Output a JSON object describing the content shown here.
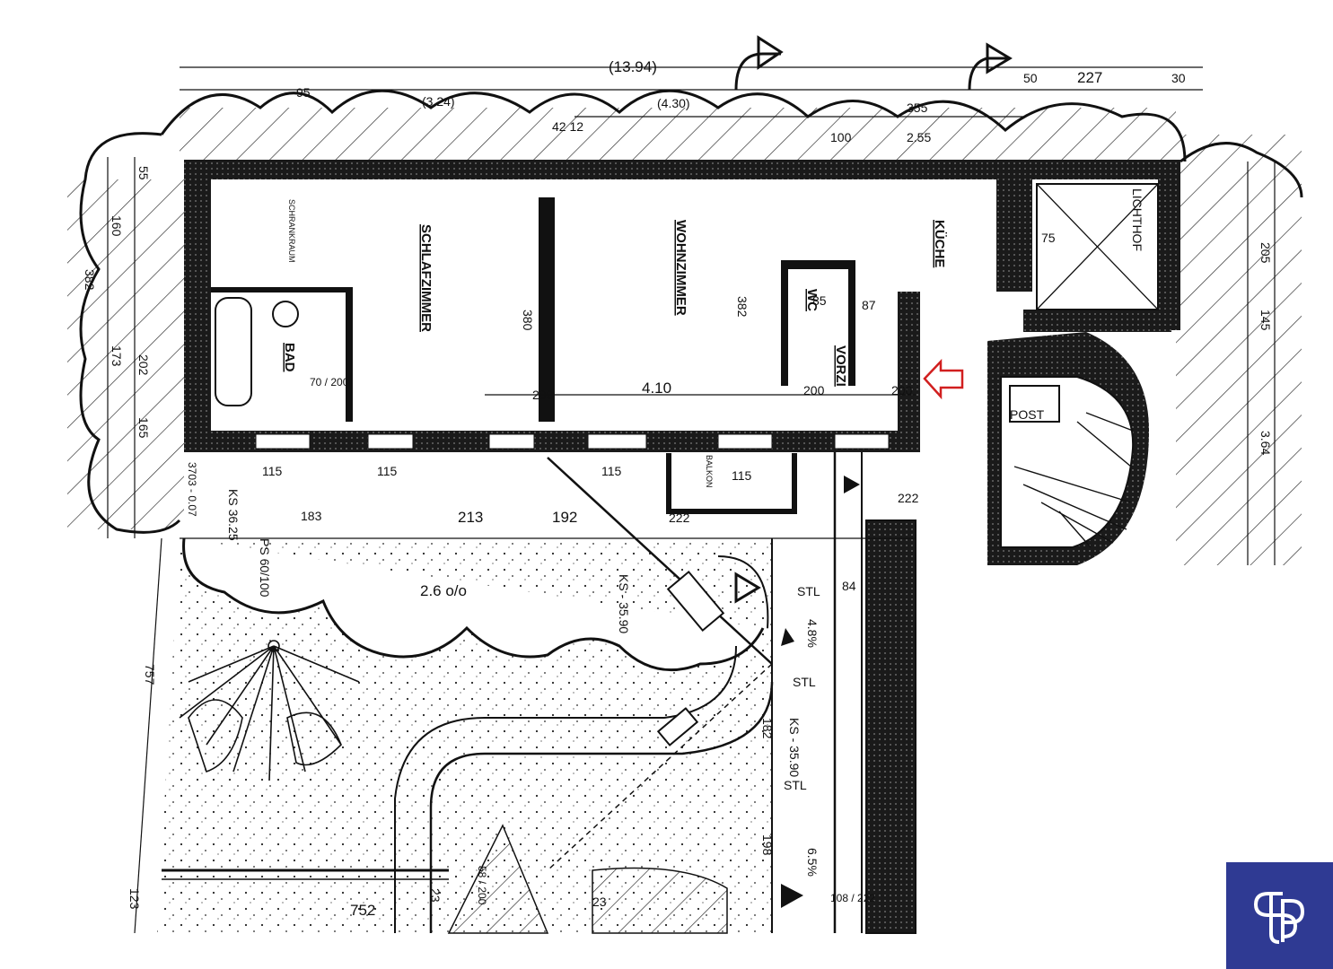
{
  "plan": {
    "rooms": {
      "schrankraum": "SCHRANKRAUM",
      "schlafzimmer": "SCHLAFZIMMER",
      "bad": "BAD",
      "wohnzimmer": "WOHNZIMMER",
      "kueche": "KÜCHE",
      "wc": "WC",
      "vorzi": "VORZI",
      "balkon": "BALKON",
      "lichthof": "LICHTHOF",
      "post": "POST"
    },
    "dimensions": {
      "top_total": "(13.94)",
      "d_095": "95",
      "d_324": "(3.24)",
      "d_430": "(4.30)",
      "d_42_12": "42  12",
      "d_355": "355",
      "d_255": "2.55",
      "d_50": "50",
      "d_227": "227",
      "d_30": "30",
      "d_100": "100",
      "d_205": "205",
      "d_145": "145",
      "d_364": "3.64",
      "d_55": "55",
      "d_160": "160",
      "d_382": "382",
      "d_173": "173",
      "d_202": "202",
      "d_165": "165",
      "d_380": "380",
      "d_382b": "382",
      "d_410": "4.10",
      "d_200a": "200",
      "d_200b": "200",
      "d_200c": "200",
      "d_70_200": "70 / 200",
      "d_115a": "115",
      "d_115b": "115",
      "d_115c": "115",
      "d_115d": "115",
      "d_183": "183",
      "d_213": "213",
      "d_192": "192",
      "d_222": "222",
      "d_222b": "222",
      "d_370": "3703 - 0.07",
      "ks_3625": "KS 36.25",
      "ps_60_100": "PS 60/100",
      "ks_3590": "KS - 35.90",
      "ks_3590b": "KS - 35.90",
      "slope": "2.6 o/o",
      "stl_1": "STL",
      "stl_2": "STL",
      "stl_3": "STL",
      "d_84": "84",
      "d_48": "4.8%",
      "d_757": "757",
      "d_752": "752",
      "d_123": "123",
      "d_23a": "23",
      "d_23b": "23",
      "d_198": "198",
      "d_58_200": "58 / 200",
      "d_108_222": "108 / 222",
      "d_65": "6.5%",
      "d_182": "182",
      "d_75": "75",
      "d_85": "85",
      "d_87": "87"
    }
  },
  "colors": {
    "wall": "#1a1a1a",
    "hatch": "#333333",
    "entrance_arrow": "#d11f1f",
    "logo_bg": "#2f3a93",
    "logo_fg": "#ffffff"
  },
  "logo": {
    "icon": "sp-logo-icon"
  }
}
